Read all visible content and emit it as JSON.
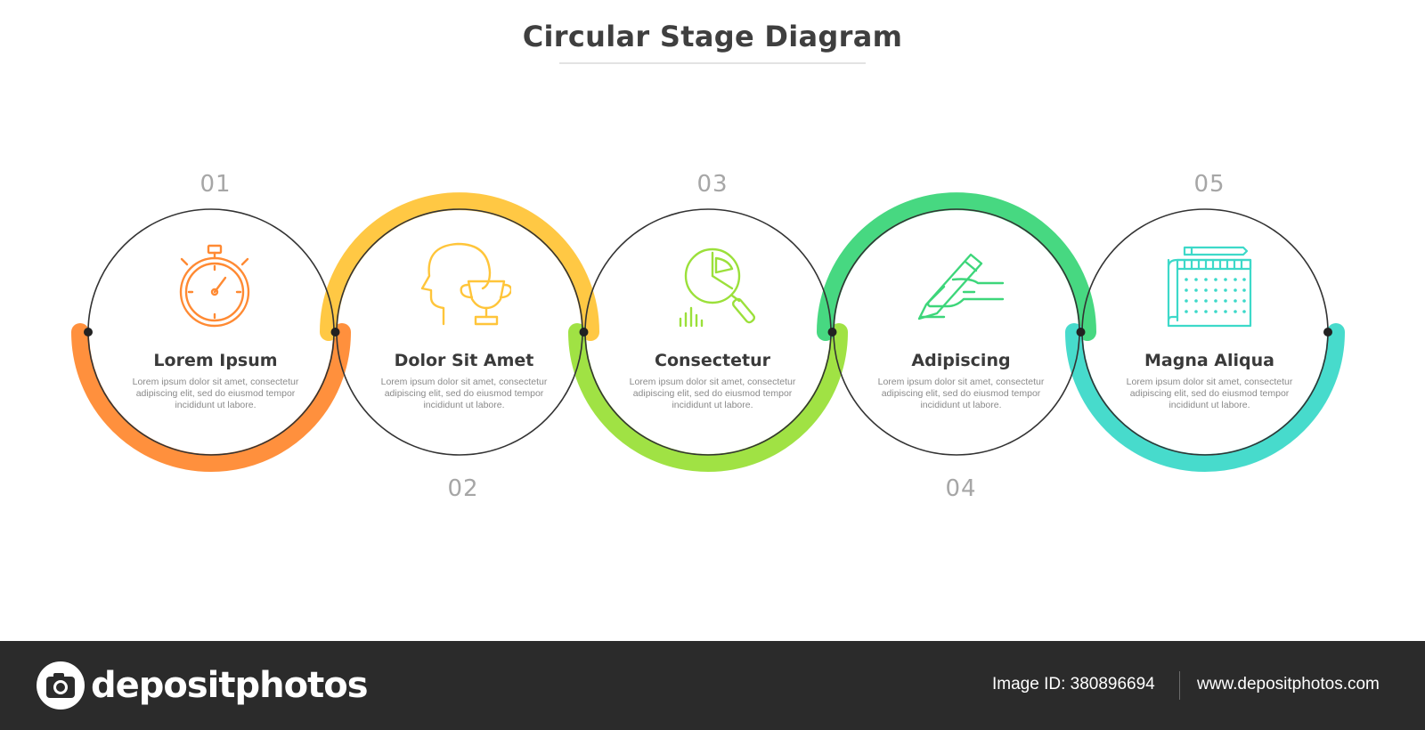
{
  "title": "Circular Stage Diagram",
  "stages": [
    {
      "number": "01",
      "title": "Lorem Ipsum",
      "description": "Lorem ipsum dolor sit amet, consectetur adipiscing elit, sed do eiusmod tempor incididunt ut labore.",
      "color": "#ff8a33",
      "icon": "stopwatch-icon"
    },
    {
      "number": "02",
      "title": "Dolor Sit Amet",
      "description": "Lorem ipsum dolor sit amet, consectetur adipiscing elit, sed do eiusmod tempor incididunt ut labore.",
      "color": "#ffc53a",
      "icon": "head-trophy-icon"
    },
    {
      "number": "03",
      "title": "Consectetur",
      "description": "Lorem ipsum dolor sit amet, consectetur adipiscing elit, sed do eiusmod tempor incididunt ut labore.",
      "color": "#9be03a",
      "icon": "chart-magnifier-icon"
    },
    {
      "number": "04",
      "title": "Adipiscing",
      "description": "Lorem ipsum dolor sit amet, consectetur adipiscing elit, sed do eiusmod tempor incididunt ut labore.",
      "color": "#3dd67a",
      "icon": "hand-pen-icon"
    },
    {
      "number": "05",
      "title": "Magna Aliqua",
      "description": "Lorem ipsum dolor sit amet, consectetur adipiscing elit, sed do eiusmod tempor incididunt ut labore.",
      "color": "#3dd9c9",
      "icon": "blueprint-calendar-icon"
    }
  ],
  "footer": {
    "logo_text": "depositphotos",
    "image_id": "Image ID: 380896694",
    "website": "www.depositphotos.com"
  }
}
